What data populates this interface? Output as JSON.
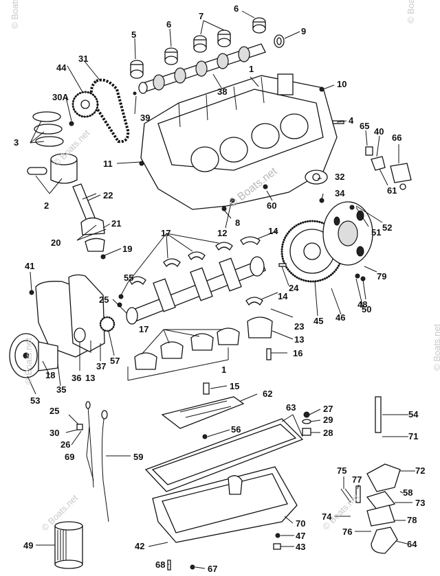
{
  "watermarks": {
    "center": "© Boats.net",
    "corner": "© Boats.net"
  },
  "callouts": [
    {
      "id": "c-1a",
      "text": "1"
    },
    {
      "id": "c-1b",
      "text": "1"
    },
    {
      "id": "c-2",
      "text": "2"
    },
    {
      "id": "c-3",
      "text": "3"
    },
    {
      "id": "c-4",
      "text": "4"
    },
    {
      "id": "c-5",
      "text": "5"
    },
    {
      "id": "c-6a",
      "text": "6"
    },
    {
      "id": "c-6b",
      "text": "6"
    },
    {
      "id": "c-7",
      "text": "7"
    },
    {
      "id": "c-8",
      "text": "8"
    },
    {
      "id": "c-9",
      "text": "9"
    },
    {
      "id": "c-10",
      "text": "10"
    },
    {
      "id": "c-11",
      "text": "11"
    },
    {
      "id": "c-12",
      "text": "12"
    },
    {
      "id": "c-13a",
      "text": "13"
    },
    {
      "id": "c-13b",
      "text": "13"
    },
    {
      "id": "c-14a",
      "text": "14"
    },
    {
      "id": "c-14b",
      "text": "14"
    },
    {
      "id": "c-15",
      "text": "15"
    },
    {
      "id": "c-16",
      "text": "16"
    },
    {
      "id": "c-17a",
      "text": "17"
    },
    {
      "id": "c-17b",
      "text": "17"
    },
    {
      "id": "c-18",
      "text": "18"
    },
    {
      "id": "c-19",
      "text": "19"
    },
    {
      "id": "c-20",
      "text": "20"
    },
    {
      "id": "c-21",
      "text": "21"
    },
    {
      "id": "c-22",
      "text": "22"
    },
    {
      "id": "c-23",
      "text": "23"
    },
    {
      "id": "c-24",
      "text": "24"
    },
    {
      "id": "c-25a",
      "text": "25"
    },
    {
      "id": "c-25b",
      "text": "25"
    },
    {
      "id": "c-26",
      "text": "26"
    },
    {
      "id": "c-27",
      "text": "27"
    },
    {
      "id": "c-28",
      "text": "28"
    },
    {
      "id": "c-29",
      "text": "29"
    },
    {
      "id": "c-30",
      "text": "30"
    },
    {
      "id": "c-30A",
      "text": "30A"
    },
    {
      "id": "c-31",
      "text": "31"
    },
    {
      "id": "c-32",
      "text": "32"
    },
    {
      "id": "c-34",
      "text": "34"
    },
    {
      "id": "c-35",
      "text": "35"
    },
    {
      "id": "c-36",
      "text": "36"
    },
    {
      "id": "c-37",
      "text": "37"
    },
    {
      "id": "c-38",
      "text": "38"
    },
    {
      "id": "c-39",
      "text": "39"
    },
    {
      "id": "c-40",
      "text": "40"
    },
    {
      "id": "c-41",
      "text": "41"
    },
    {
      "id": "c-42",
      "text": "42"
    },
    {
      "id": "c-43",
      "text": "43"
    },
    {
      "id": "c-44",
      "text": "44"
    },
    {
      "id": "c-45",
      "text": "45"
    },
    {
      "id": "c-46",
      "text": "46"
    },
    {
      "id": "c-47",
      "text": "47"
    },
    {
      "id": "c-48",
      "text": "48"
    },
    {
      "id": "c-49",
      "text": "49"
    },
    {
      "id": "c-50",
      "text": "50"
    },
    {
      "id": "c-51",
      "text": "51"
    },
    {
      "id": "c-52",
      "text": "52"
    },
    {
      "id": "c-53",
      "text": "53"
    },
    {
      "id": "c-54",
      "text": "54"
    },
    {
      "id": "c-55",
      "text": "55"
    },
    {
      "id": "c-56",
      "text": "56"
    },
    {
      "id": "c-57",
      "text": "57"
    },
    {
      "id": "c-58",
      "text": "58"
    },
    {
      "id": "c-59",
      "text": "59"
    },
    {
      "id": "c-60",
      "text": "60"
    },
    {
      "id": "c-61",
      "text": "61"
    },
    {
      "id": "c-62",
      "text": "62"
    },
    {
      "id": "c-63",
      "text": "63"
    },
    {
      "id": "c-64",
      "text": "64"
    },
    {
      "id": "c-65",
      "text": "65"
    },
    {
      "id": "c-66",
      "text": "66"
    },
    {
      "id": "c-67",
      "text": "67"
    },
    {
      "id": "c-68",
      "text": "68"
    },
    {
      "id": "c-69",
      "text": "69"
    },
    {
      "id": "c-70",
      "text": "70"
    },
    {
      "id": "c-71",
      "text": "71"
    },
    {
      "id": "c-72",
      "text": "72"
    },
    {
      "id": "c-73",
      "text": "73"
    },
    {
      "id": "c-74",
      "text": "74"
    },
    {
      "id": "c-75",
      "text": "75"
    },
    {
      "id": "c-76",
      "text": "76"
    },
    {
      "id": "c-77",
      "text": "77"
    },
    {
      "id": "c-78",
      "text": "78"
    },
    {
      "id": "c-79",
      "text": "79"
    }
  ]
}
